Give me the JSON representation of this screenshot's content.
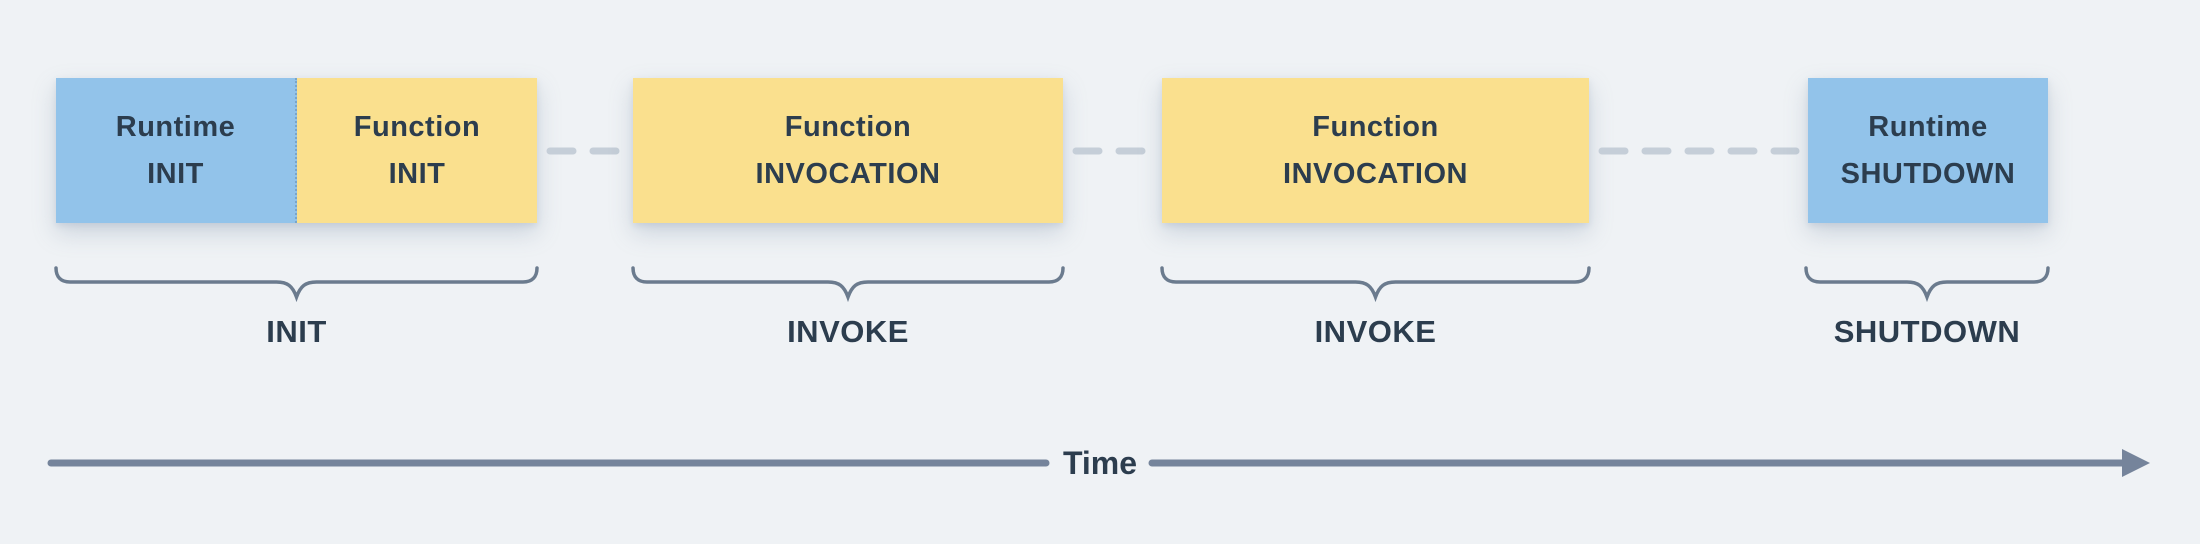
{
  "diagram": {
    "title": "lambda-execution-lifecycle",
    "colors": {
      "background": "#eff2f5",
      "runtime_box": "#92c3ea",
      "function_box": "#fae08e",
      "text": "#2c3d4e",
      "brace": "#6b7b8e",
      "dashed_connector": "#c5ced8",
      "timeline": "#75849b"
    },
    "phases": [
      {
        "label": "INIT",
        "boxes": [
          {
            "line1": "Runtime",
            "line2": "INIT",
            "color": "#92c3ea"
          },
          {
            "line1": "Function",
            "line2": "INIT",
            "color": "#fae08e"
          }
        ]
      },
      {
        "label": "INVOKE",
        "boxes": [
          {
            "line1": "Function",
            "line2": "INVOCATION",
            "color": "#fae08e"
          }
        ]
      },
      {
        "label": "INVOKE",
        "boxes": [
          {
            "line1": "Function",
            "line2": "INVOCATION",
            "color": "#fae08e"
          }
        ]
      },
      {
        "label": "SHUTDOWN",
        "boxes": [
          {
            "line1": "Runtime",
            "line2": "SHUTDOWN",
            "color": "#92c3ea"
          }
        ]
      }
    ],
    "timeline": {
      "label": "Time"
    }
  }
}
